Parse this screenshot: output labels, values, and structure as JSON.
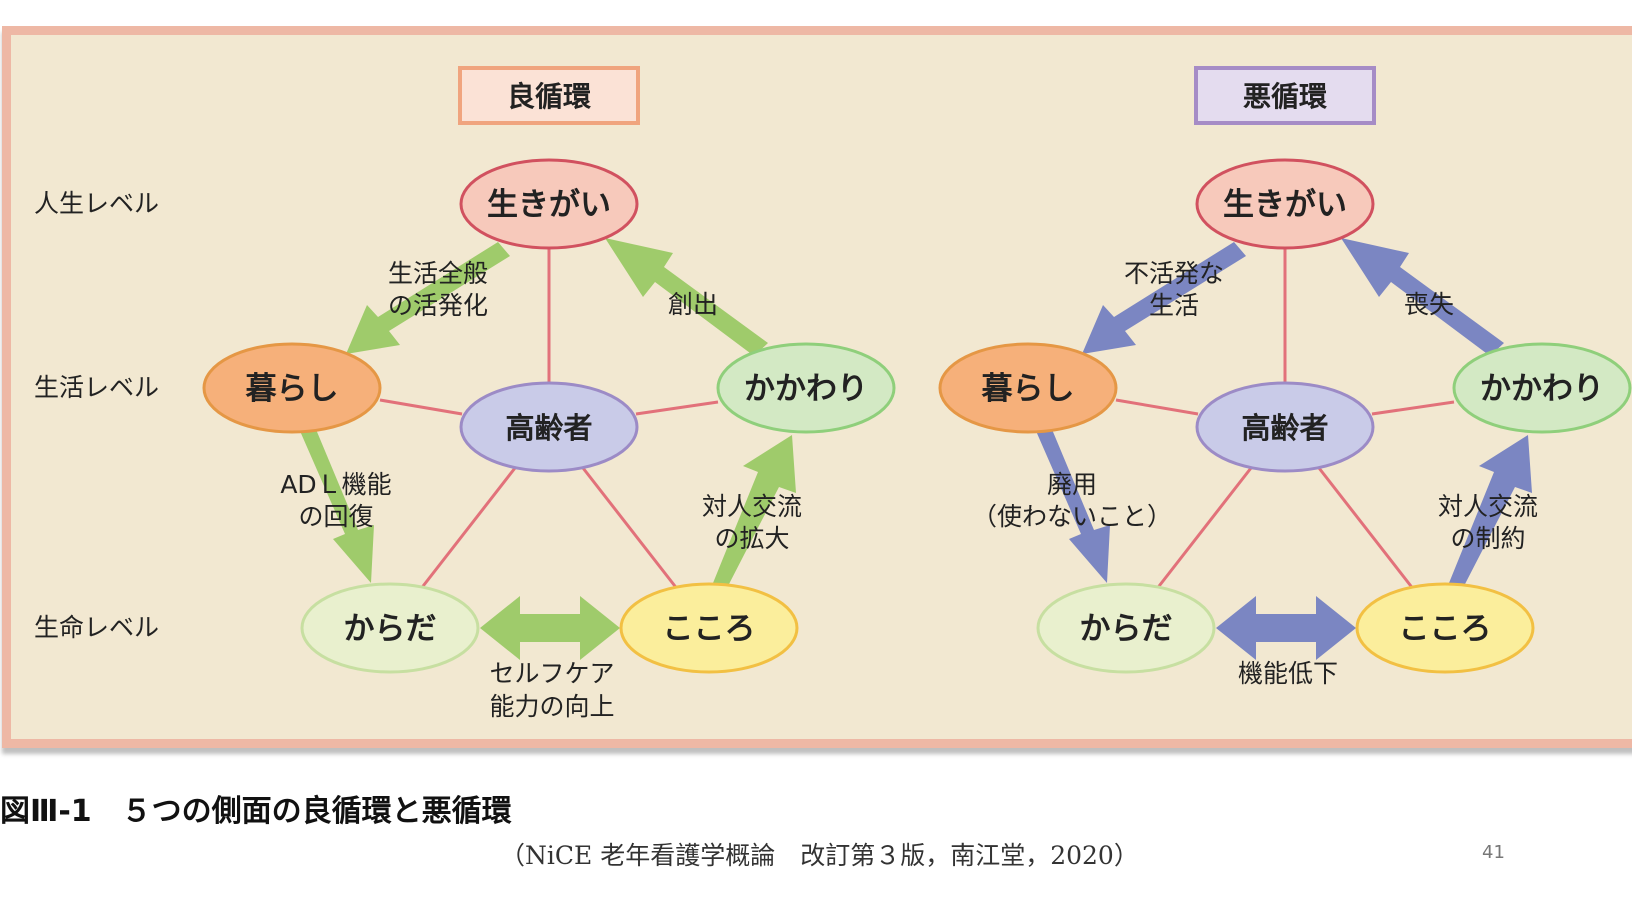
{
  "levels": {
    "life": "人生レベル",
    "living": "生活レベル",
    "vital": "生命レベル"
  },
  "good_cycle": {
    "title": "良循環",
    "nodes": {
      "ikigai": "生きがい",
      "kurashi": "暮らし",
      "kakawari": "かかわり",
      "koureisha": "高齢者",
      "karada": "からだ",
      "kokoro": "こころ"
    },
    "arrows": {
      "ikigai_kurashi": [
        "生活全般",
        "の活発化"
      ],
      "kakawari_ikigai": [
        "創出"
      ],
      "kurashi_karada": [
        "ADＬ機能",
        "の回復"
      ],
      "kokoro_kakawari": [
        "対人交流",
        "の拡大"
      ],
      "karada_kokoro": [
        "セルフケア",
        "能力の向上"
      ]
    }
  },
  "bad_cycle": {
    "title": "悪循環",
    "nodes": {
      "ikigai": "生きがい",
      "kurashi": "暮らし",
      "kakawari": "かかわり",
      "koureisha": "高齢者",
      "karada": "からだ",
      "kokoro": "こころ"
    },
    "arrows": {
      "ikigai_kurashi": [
        "不活発な",
        "生活"
      ],
      "kakawari_ikigai": [
        "喪失"
      ],
      "kurashi_karada": [
        "廃用",
        "（使わないこと）"
      ],
      "kokoro_kakawari": [
        "対人交流",
        "の制約"
      ],
      "karada_kokoro": [
        "機能低下"
      ]
    }
  },
  "figure": {
    "title": "図Ⅲ-1　５つの側面の良循環と悪循環",
    "source": "（NiCE 老年看護学概論　改訂第３版，南江堂，2020）",
    "page": "41"
  },
  "colors": {
    "background": "#f2e8d1",
    "frame": "#eeb8a5",
    "good_arrow": "#9fcb6b",
    "bad_arrow": "#7b86c2",
    "ikigai_fill": "#f7c9bb",
    "ikigai_stroke": "#d1515f",
    "kurashi_fill": "#f6b07a",
    "kurashi_stroke": "#e59745",
    "kakawari_fill": "#d3e9c4",
    "kakawari_stroke": "#8fcf7b",
    "koureisha_fill": "#c9cbe8",
    "koureisha_stroke": "#9c8bc6",
    "karada_fill": "#e9f0ce",
    "karada_stroke": "#c7dfa1",
    "kokoro_fill": "#fbee9c",
    "kokoro_stroke": "#f2c043",
    "link": "#e2717a",
    "good_title_fill": "#fbe2d6",
    "good_title_stroke": "#f0a47e",
    "bad_title_fill": "#e4dcef",
    "bad_title_stroke": "#a68cc6"
  }
}
